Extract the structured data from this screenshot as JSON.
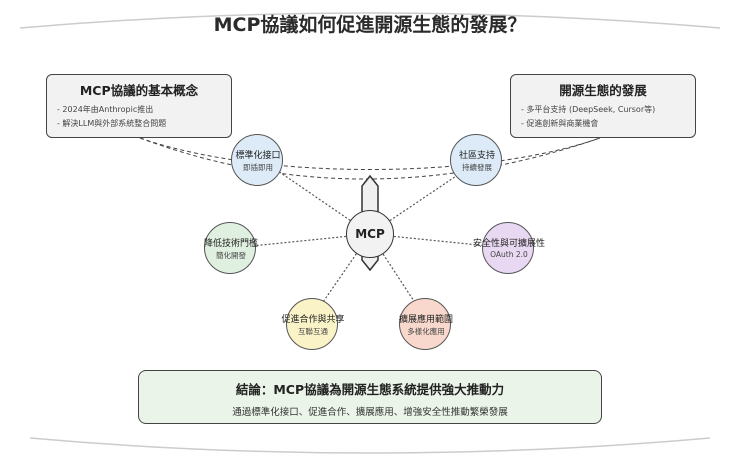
{
  "title": "MCP協議如何促進開源生態的發展？",
  "left_box": {
    "title": "MCP協議的基本概念",
    "items": [
      "- 2024年由Anthropic推出",
      "- 解決LLM與外部系統整合問題"
    ]
  },
  "right_box": {
    "title": "開源生態的發展",
    "items": [
      "- 多平台支持 (DeepSeek, Cursor等)",
      "- 促進創新與商業機會"
    ]
  },
  "hub": {
    "label": "MCP"
  },
  "nodes": [
    {
      "title": "標準化接口",
      "subtitle": "即插即用",
      "color": "#dcebf7"
    },
    {
      "title": "社區支持",
      "subtitle": "持續發展",
      "color": "#dcebf7"
    },
    {
      "title": "降低技術門檻",
      "subtitle": "簡化開發",
      "color": "#e0f0e0"
    },
    {
      "title": "安全性與可擴展性",
      "subtitle": "OAuth 2.0",
      "color": "#e8d8f2"
    },
    {
      "title": "促進合作與共享",
      "subtitle": "互聯互通",
      "color": "#fbf3c8"
    },
    {
      "title": "擴展應用範圍",
      "subtitle": "多樣化應用",
      "color": "#f8d8cc"
    }
  ],
  "conclusion": {
    "title": "結論：MCP協議為開源生態系統提供強大推動力",
    "subtitle": "通過標準化接口、促進合作、擴展應用、增強安全性推動繁榮發展"
  }
}
